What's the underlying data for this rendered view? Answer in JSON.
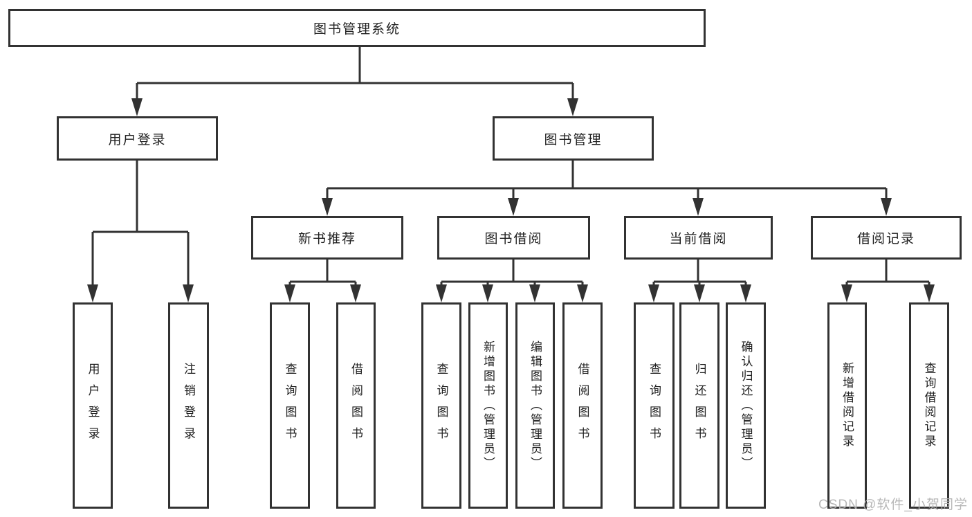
{
  "diagram": {
    "title": "图书管理系统",
    "level1": [
      {
        "label": "用户登录"
      },
      {
        "label": "图书管理"
      }
    ],
    "level2": [
      {
        "label": "新书推荐"
      },
      {
        "label": "图书借阅"
      },
      {
        "label": "当前借阅"
      },
      {
        "label": "借阅记录"
      }
    ],
    "leaves": {
      "user": [
        "用户登录",
        "注销登录"
      ],
      "new_books": [
        "查询图书",
        "借阅图书"
      ],
      "book_borrow": [
        "查询图书",
        "新增图书（管理员）",
        "编辑图书（管理员）",
        "借阅图书"
      ],
      "current_borrow": [
        "查询图书",
        "归还图书",
        "确认归还（管理员）"
      ],
      "borrow_records": [
        "新增借阅记录",
        "查询借阅记录"
      ]
    }
  },
  "watermark": {
    "text": "CSDN @软件_小贺同学"
  },
  "colors": {
    "line": "#323232",
    "box_border": "#323232",
    "text": "#1f1f1f",
    "background": "#ffffff",
    "watermark": "#b2b2b2"
  }
}
